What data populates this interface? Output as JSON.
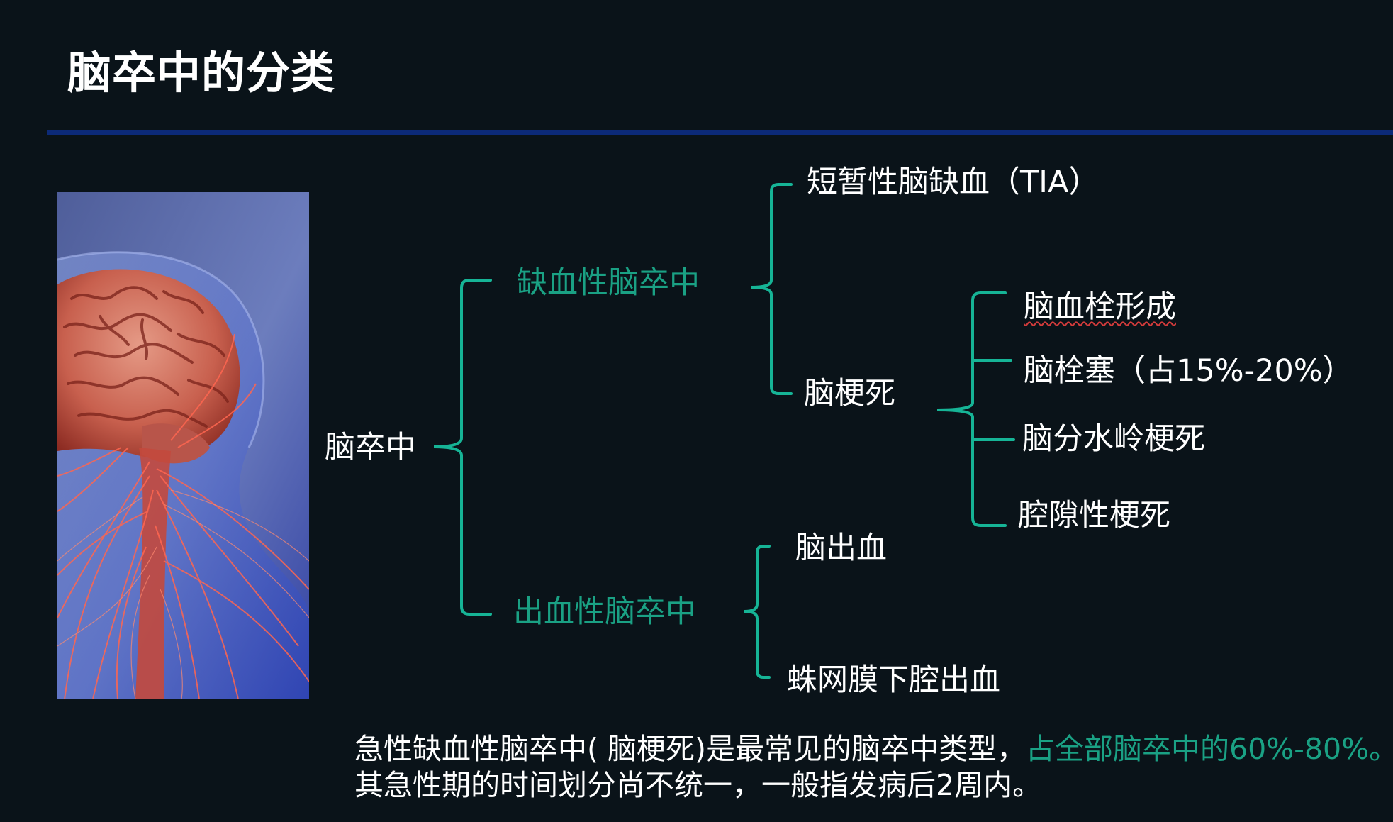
{
  "title": "脑卒中的分类",
  "colors": {
    "background": "#0a1319",
    "rule": "#0c2a78",
    "accent": "#1aa184",
    "text": "#ffffff"
  },
  "illustration": {
    "icon": "brain-nervous-system-illustration"
  },
  "tree": {
    "root": "脑卒中",
    "ischemic": {
      "label": "缺血性脑卒中",
      "tia": "短暂性脑缺血（TIA）",
      "infarction": {
        "label": "脑梗死",
        "children": [
          "脑血栓形成",
          "脑栓塞（占15%-20%）",
          "脑分水岭梗死",
          "腔隙性梗死"
        ]
      }
    },
    "hemorrhagic": {
      "label": "出血性脑卒中",
      "children": [
        "脑出血",
        "蛛网膜下腔出血"
      ]
    }
  },
  "note": {
    "line1_white": "急性缺血性脑卒中( 脑梗死)是最常见的脑卒中类型，",
    "line1_green": "占全部脑卒中的60%-80%。",
    "line2": "其急性期的时间划分尚不统一，一般指发病后2周内。"
  }
}
